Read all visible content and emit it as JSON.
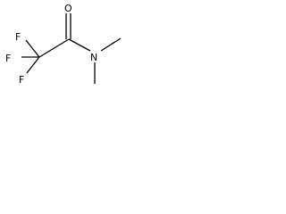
{
  "figure": {
    "type": "chemical-structure",
    "compound_atoms": {
      "fluorine_1": "F",
      "fluorine_2": "F",
      "fluorine_3": "F",
      "oxygen": "O",
      "nitrogen": "N"
    },
    "colors": {
      "bond": "#000000",
      "label": "#000000",
      "background": "#ffffff"
    }
  }
}
